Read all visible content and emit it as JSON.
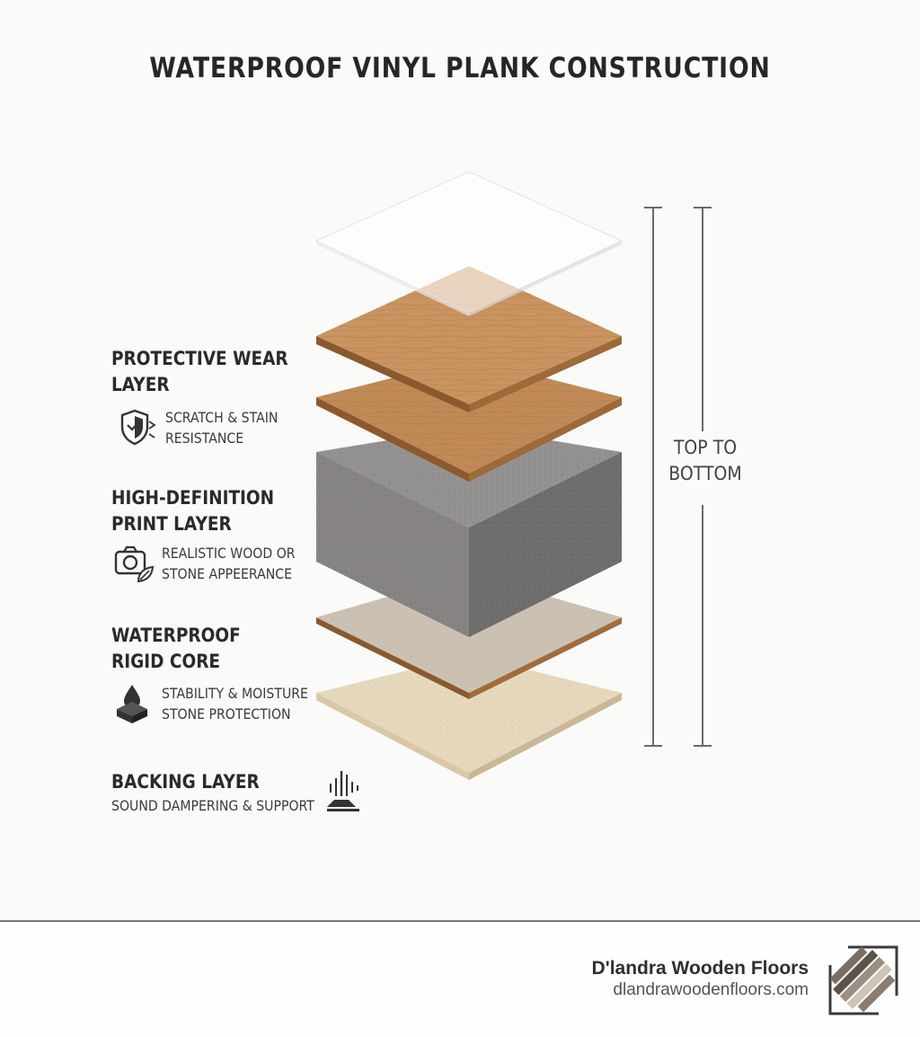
{
  "title": "WATERPROOF VINYL PLANK CONSTRUCTION",
  "layers": [
    {
      "name_line1": "PROTECTIVE WEAR",
      "name_line2": "LAYER",
      "desc_line1": "SCRATCH & STAIN",
      "desc_line2": "RESISTANCE",
      "icon": "shield-icon"
    },
    {
      "name_line1": "HIGH-DEFINITION",
      "name_line2": "PRINT LAYER",
      "desc_line1": "REALISTIC WOOD OR",
      "desc_line2": "STONE APPEERANCE",
      "icon": "camera-leaf-icon"
    },
    {
      "name_line1": "WATERPROOF",
      "name_line2": "RIGID CORE",
      "desc_line1": "STABILITY & MOISTURE",
      "desc_line2": "STONE PROTECTION",
      "icon": "water-drop-block-icon"
    },
    {
      "name_line1": "BACKING LAYER",
      "desc_line1": "SOUND DAMPERING & SUPPORT",
      "icon": "sound-dampening-icon"
    }
  ],
  "direction_label": {
    "line1": "TOP TO",
    "line2": "BOTTOM"
  },
  "footer": {
    "brand": "D'landra Wooden Floors",
    "url": "dlandrawoodenfloors.com",
    "logo_icon": "parquet-tiles-logo"
  },
  "colors": {
    "wood": "#c08a56",
    "wood_edge": "#8a5a2e",
    "core_top": "#8c8a88",
    "core_side": "#6f6d6b",
    "underlay": "#cbc1b3",
    "backing": "#e6d8bd",
    "text": "#2a2a2a"
  }
}
